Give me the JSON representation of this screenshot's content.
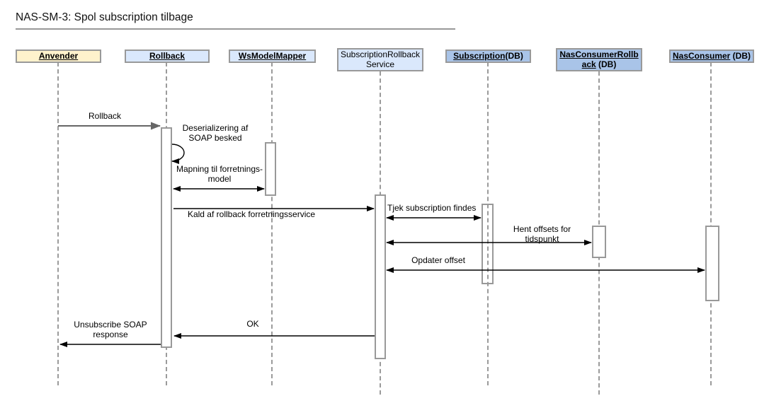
{
  "title": {
    "text": "NAS-SM-3: Spol subscription tilbage"
  },
  "participants": [
    {
      "name": "Anvender",
      "suffix": "",
      "type": "actor"
    },
    {
      "name": "Rollback",
      "suffix": "",
      "type": "component"
    },
    {
      "name": "WsModelMapper",
      "suffix": "",
      "type": "component"
    },
    {
      "name": "SubscriptionRollback Service",
      "suffix": "",
      "type": "service"
    },
    {
      "name": "Subscription",
      "suffix": "(DB)",
      "type": "database"
    },
    {
      "name": "NasConsumerRollback",
      "suffix": " (DB)",
      "type": "database"
    },
    {
      "name": "NasConsumer",
      "suffix": " (DB)",
      "type": "database"
    }
  ],
  "messages": [
    {
      "label": "Rollback",
      "from": "Anvender",
      "to": "Rollback",
      "kind": "call"
    },
    {
      "label": "Deserializering af SOAP besked",
      "from": "Rollback",
      "to": "Rollback",
      "kind": "self"
    },
    {
      "label": "Mapning til forretnings-model",
      "from": "Rollback",
      "to": "WsModelMapper",
      "kind": "bidirectional"
    },
    {
      "label": "Kald af rollback forretningsservice",
      "from": "Rollback",
      "to": "SubscriptionRollback Service",
      "kind": "call"
    },
    {
      "label": "Tjek subscription findes",
      "from": "SubscriptionRollback Service",
      "to": "Subscription(DB)",
      "kind": "bidirectional"
    },
    {
      "label": "Hent offsets for tidspunkt",
      "from": "SubscriptionRollback Service",
      "to": "NasConsumerRollback (DB)",
      "kind": "bidirectional"
    },
    {
      "label": "Opdater offset",
      "from": "SubscriptionRollback Service",
      "to": "NasConsumer (DB)",
      "kind": "bidirectional"
    },
    {
      "label": "OK",
      "from": "SubscriptionRollback Service",
      "to": "Rollback",
      "kind": "return"
    },
    {
      "label": "Unsubscribe SOAP response",
      "from": "Rollback",
      "to": "Anvender",
      "kind": "return"
    }
  ],
  "colors": {
    "actor_fill": "#FFF2CC",
    "component_fill": "#DAE8FC",
    "db_fill": "#A9C4E8",
    "border_color": "#999999",
    "arrow_gray": "#666666",
    "arrow_black": "#000000",
    "lifeline_color": "#9b9b9b",
    "text_color": "#000000"
  }
}
